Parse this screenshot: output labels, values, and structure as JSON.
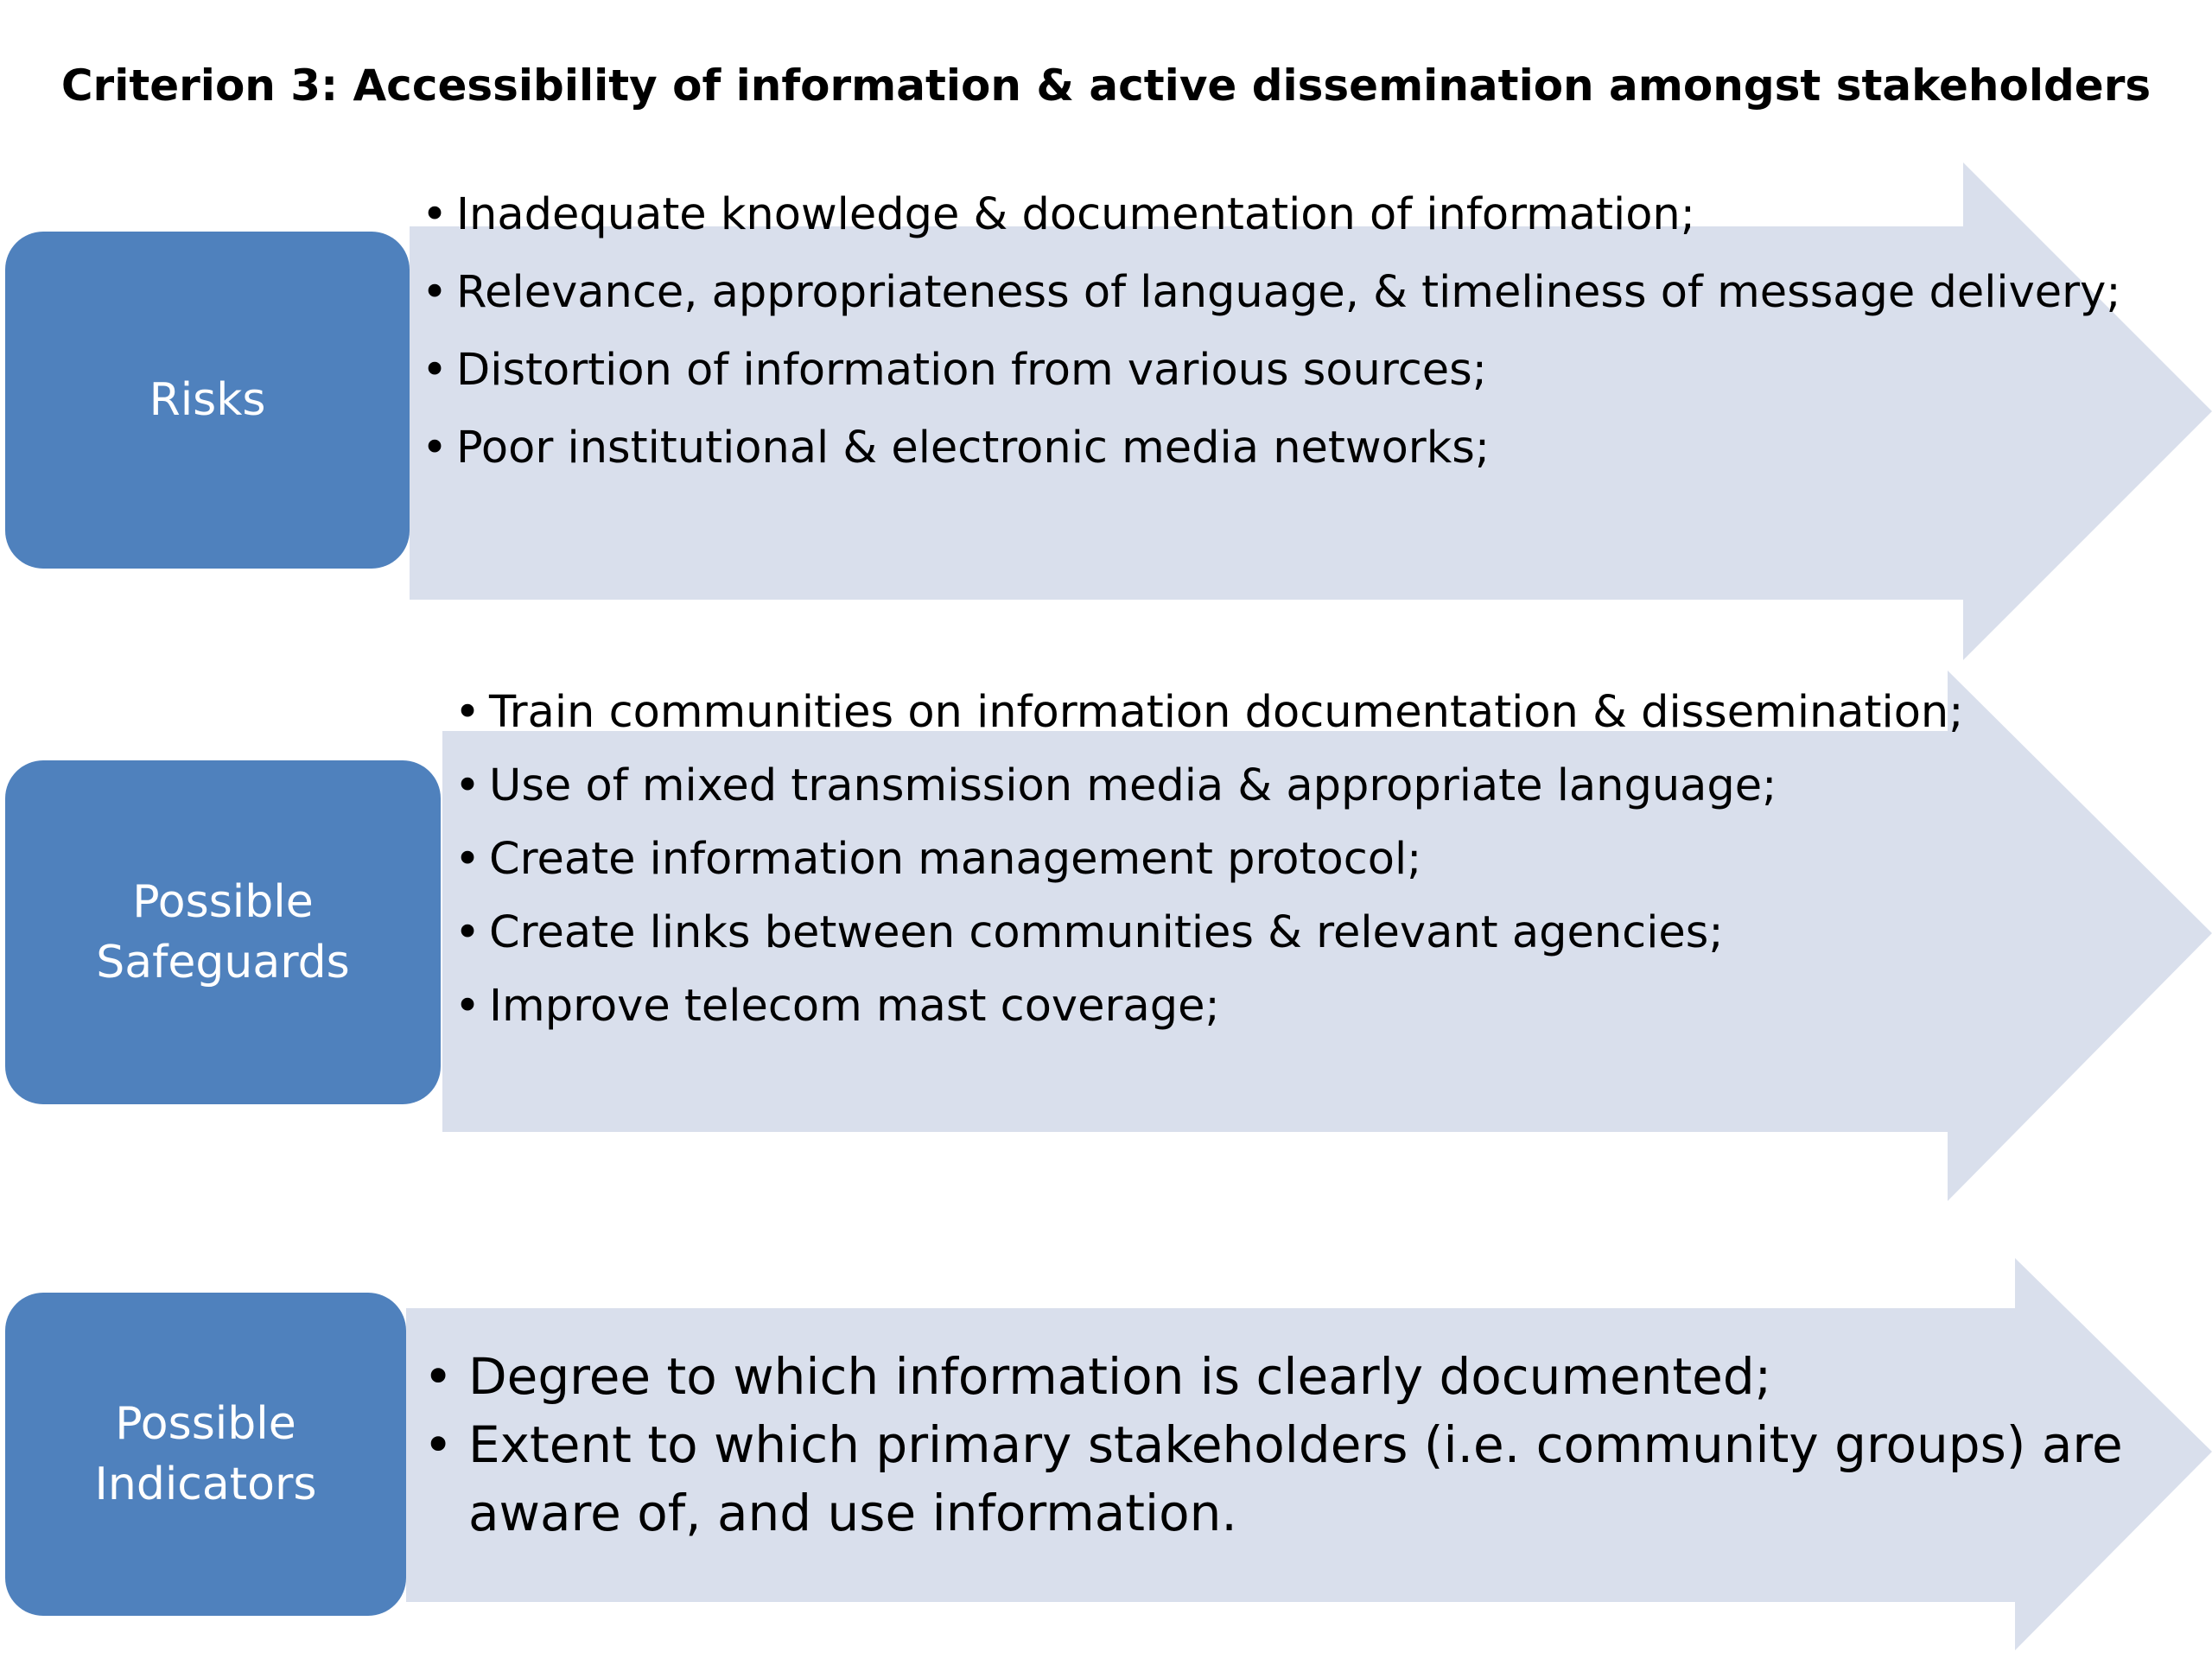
{
  "title": "Criterion 3: Accessibility of information & active dissemination amongst stakeholders",
  "colors": {
    "box": "#4f81bd",
    "arrow": "#d9dfec",
    "text": "#000000",
    "box_text": "#ffffff"
  },
  "rows": [
    {
      "label": "Risks",
      "items": [
        "Inadequate knowledge & documentation of information;",
        "Relevance, appropriateness of language, & timeliness of message delivery;",
        "Distortion of information from various sources;",
        "Poor institutional & electronic media networks;"
      ]
    },
    {
      "label": "Possible Safeguards",
      "items": [
        "Train communities on information documentation & dissemination;",
        "Use of mixed transmission media & appropriate language;",
        "Create information management protocol;",
        "Create links between communities & relevant agencies;",
        "Improve telecom mast coverage;"
      ]
    },
    {
      "label": "Possible Indicators",
      "items": [
        "Degree to which information is clearly documented;",
        "Extent to which primary stakeholders (i.e. community groups) are aware of, and use information."
      ]
    }
  ]
}
